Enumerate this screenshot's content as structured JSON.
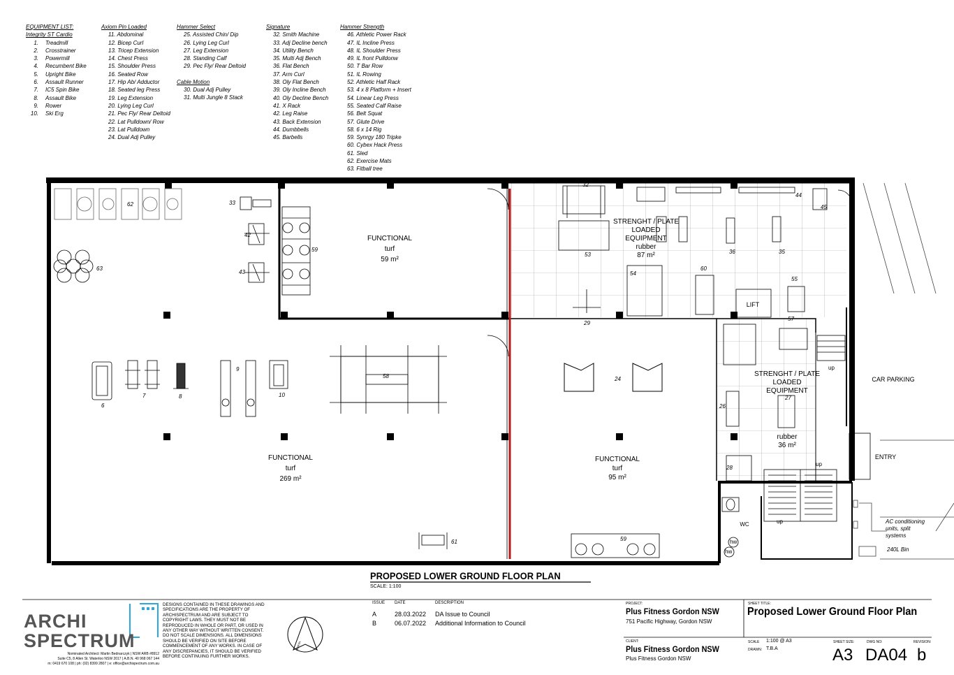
{
  "equipment": {
    "col1": {
      "heading": "EQUIPMENT LIST:",
      "subheading": "Integrity ST Cardio",
      "items": [
        {
          "n": "1.",
          "t": "Treadmill"
        },
        {
          "n": "2.",
          "t": "Crosstrainer"
        },
        {
          "n": "3.",
          "t": "Powermill"
        },
        {
          "n": "4.",
          "t": "Recumbent Bike"
        },
        {
          "n": "5.",
          "t": "Upright Bike"
        },
        {
          "n": "6.",
          "t": "Assault Runner"
        },
        {
          "n": "7.",
          "t": "IC5 Spin Bike"
        },
        {
          "n": "8.",
          "t": "Assault Bike"
        },
        {
          "n": "9.",
          "t": "Rower"
        },
        {
          "n": "10.",
          "t": "Ski Erg"
        }
      ]
    },
    "col2": {
      "heading": "Axiom Pin Loaded",
      "items": [
        "11. Abdominal",
        "12. Bicep Curl",
        "13. Tricep Extension",
        "14. Chest Press",
        "15. Shoulder Press",
        "16. Seated Row",
        "17. Hip Ab/ Adductor",
        "18. Seated leg Press",
        "19. Leg Extension",
        "20. Lying Leg Curl",
        "21. Pec Fly/ Rear Deltoid",
        "22. Lat Pulldown/ Row",
        "23. Lat Pulldown",
        "24. Dual Adj Pulley"
      ]
    },
    "col3": {
      "heading": "Hammer Select",
      "items": [
        "25. Assisted Chin/ Dip",
        "26. Lying Leg Curl",
        "27. Leg Extension",
        "28. Standing Calf",
        "29. Pec Fly/ Rear Deltoid"
      ],
      "heading2": "Cable Motion",
      "items2": [
        "30. Dual Adj Pulley",
        "31. Multi Jungle 8 Stack"
      ]
    },
    "col4": {
      "heading": "Signature",
      "items": [
        "32. Smith Machine",
        "33. Adj Decline bench",
        "34. Utility Bench",
        "35. Multi Adj Bench",
        "36. Flat Bench",
        "37. Arm Curl",
        "38. Oly Flat Bench",
        "39. Oly Incline Bench",
        "40. Oly Decline Bench",
        "41. X Rack",
        "42. Leg Raise",
        "43. Back Extension",
        "44. Dumbbells",
        "45. Barbells"
      ]
    },
    "col5": {
      "heading": "Hammer Strength",
      "items": [
        "46. Athletic Power Rack",
        "47. IL Incline Press",
        "48. IL Shoulder Press",
        "49. IL front Pulldonw",
        "50. T Bar Row",
        "51. IL Rowing",
        "52. Athletic Half Rack",
        "53. 4 x 8 Platform + Insert",
        "54. Linear Leg Press",
        "55. Seated Calf Raise",
        "56. Belt Squat",
        "57. Glute Drive",
        "58. 6 x 14 Rig",
        "59. Synrgy 180 Tripke",
        "60. Cybex Hack Press",
        "61. Sled",
        "62. Exercise Mats",
        "63. Fitball tree"
      ]
    }
  },
  "plan": {
    "zones": {
      "func_top": {
        "name": "FUNCTIONAL",
        "surface": "turf",
        "area": "59 m²"
      },
      "func_main": {
        "name": "FUNCTIONAL",
        "surface": "turf",
        "area": "269 m²"
      },
      "func_mid": {
        "name": "FUNCTIONAL",
        "surface": "turf",
        "area": "95 m²"
      },
      "strength_top": {
        "line1": "STRENGHT / PLATE",
        "line2": "LOADED",
        "line3": "EQUIPMENT",
        "surface": "rubber",
        "area": "87 m²"
      },
      "strength_right": {
        "line1": "STRENGHT / PLATE",
        "line2": "LOADED",
        "line3": "EQUIPMENT",
        "surface": "rubber",
        "area": "36 m²"
      }
    },
    "lift": "LIFT",
    "wc": "WC",
    "hw": "hw",
    "up": "up",
    "car_parking": "CAR PARKING",
    "entry": "ENTRY",
    "ac_note": [
      "AC conditioning",
      "units, split",
      "systems"
    ],
    "bin": "240L Bin",
    "tags": [
      "62",
      "63",
      "33",
      "42",
      "43",
      "59",
      "6",
      "7",
      "8",
      "9",
      "10",
      "58",
      "61",
      "32",
      "44",
      "45",
      "53",
      "54",
      "60",
      "36",
      "35",
      "55",
      "29",
      "57",
      "24",
      "27",
      "26",
      "28",
      "59"
    ]
  },
  "title": {
    "main": "PROPOSED LOWER GROUND FLOOR PLAN",
    "scale": "SCALE: 1:100"
  },
  "titleblock": {
    "logo_top": "ARCHI",
    "logo_bottom": "SPECTRUM",
    "architect": "Nominated Architect: Martin Bednarczyk | NSW ARB #8912",
    "address": "Suite C5, 8 Allen St. Waterloo NSW 2017 | A.B.N. 40 968 067 144",
    "contact": "m: 0419 670 108 | ph: (02) 8399 2807 | e: office@archispectrum.com.au",
    "disclaimer": "DESIGNS CONTAINED IN THESE DRAWINGS AND SPECIFICATIONS ARE THE PROPERTY OF ARCHISPECTRUM AND ARE SUBJECT TO COPYRIGHT LAWS. THEY MUST NOT BE REPRODUCED IN WHOLE OR PART, OR USED IN ANY OTHER WAY WITHOUT WRITTEN CONSENT. DO NOT SCALE DIMENSIONS. ALL DIMENSIONS SHOULD BE VERIFIED ON SITE BEFORE COMMENCEMENT OF ANY WORKS. IN CASE OF ANY DISCREPANCIES, IT SHOULD BE VERIFIED BEFORE CONTINUING FURTHER WORKS.",
    "issue_header": {
      "issue": "ISSUE",
      "date": "DATE",
      "description": "DESCRIPTION"
    },
    "issues": [
      {
        "issue": "A",
        "date": "28.03.2022",
        "description": "DA Issue to Council"
      },
      {
        "issue": "B",
        "date": "06.07.2022",
        "description": "Additional Information to Council"
      }
    ],
    "north": "NORTH",
    "project_label": "PROJECT:",
    "project_name": "Plus Fitness Gordon NSW",
    "project_address": "751 Pacific Highway, Gordon NSW",
    "client_label": "CLIENT:",
    "client_name": "Plus Fitness Gordon NSW",
    "client_sub": "Plus Fitness Gordon NSW",
    "sheet_title_label": "SHEET TITLE:",
    "sheet_title": "Proposed Lower Ground Floor Plan",
    "scale_label": "SCALE",
    "scale_value": "1:100 @ A3",
    "drawn_label": "DRAWN:",
    "drawn_value": "T.B.A",
    "sheet_size_label": "SHEET SIZE:",
    "sheet_size": "A3",
    "dwg_label": "DWG NO:",
    "dwg_no": "DA04",
    "revision_label": "REVISION:",
    "revision": "b"
  }
}
